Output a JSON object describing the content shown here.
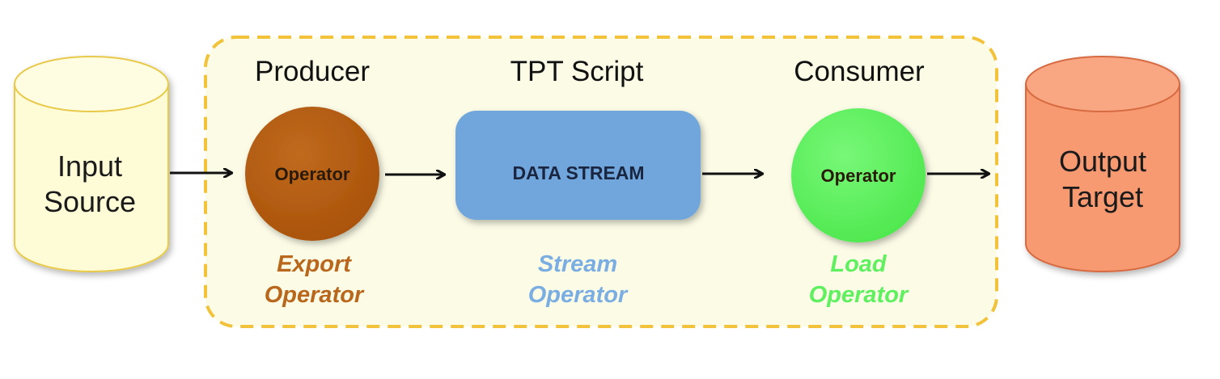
{
  "source": {
    "line1": "Input",
    "line2": "Source"
  },
  "target": {
    "line1": "Output",
    "line2": "Target"
  },
  "producer": {
    "heading": "Producer",
    "node_label": "Operator",
    "caption_line1": "Export",
    "caption_line2": "Operator"
  },
  "script": {
    "heading": "TPT Script",
    "node_label": "DATA STREAM",
    "caption_line1": "Stream",
    "caption_line2": "Operator"
  },
  "consumer": {
    "heading": "Consumer",
    "node_label": "Operator",
    "caption_line1": "Load",
    "caption_line2": "Operator"
  },
  "colors": {
    "source_fill": "#fefcd6",
    "source_stroke": "#e8c94a",
    "panel_fill": "#fbfbe6",
    "panel_border": "#f2c23a",
    "producer_fill": "#b35a0c",
    "stream_fill": "#6fa6dc",
    "consumer_fill": "#5cf05c",
    "target_fill": "#f79a72",
    "target_stroke": "#d66a40",
    "export_caption": "#b8671c",
    "stream_caption": "#7aaee2",
    "load_caption": "#5ef05e"
  }
}
